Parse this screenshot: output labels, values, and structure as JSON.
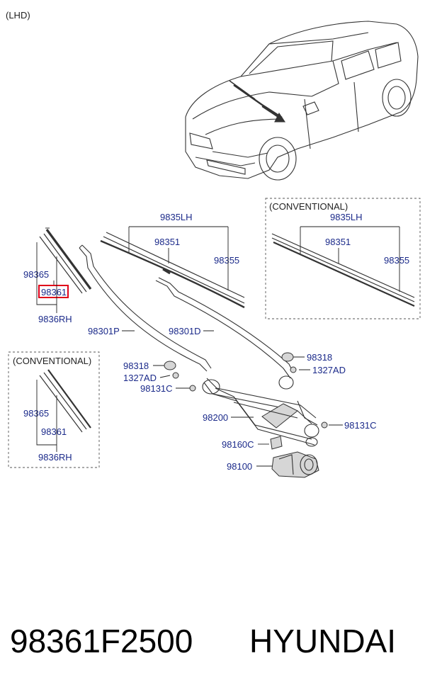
{
  "diagram": {
    "view_tag": "(LHD)",
    "conventional_tag": "(CONVENTIONAL)",
    "labels": {
      "p9835LH": "9835LH",
      "p98351": "98351",
      "p98355": "98355",
      "p98365": "98365",
      "p98361": "98361",
      "p9836RH": "9836RH",
      "p98301P": "98301P",
      "p98301D": "98301D",
      "p98318": "98318",
      "p1327AD": "1327AD",
      "p98131C": "98131C",
      "p98200": "98200",
      "p98160C": "98160C",
      "p98100": "98100"
    },
    "highlight_color": "#e0001a",
    "label_color": "#1b2a8a"
  },
  "footer": {
    "part_number": "98361F2500",
    "brand": "HYUNDAI"
  }
}
